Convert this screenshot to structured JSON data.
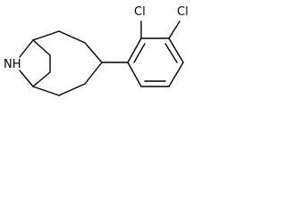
{
  "molecule": {
    "atoms": {
      "nitrogen": "NH",
      "chlorine_ortho": "Cl",
      "chlorine_meta": "Cl"
    }
  }
}
